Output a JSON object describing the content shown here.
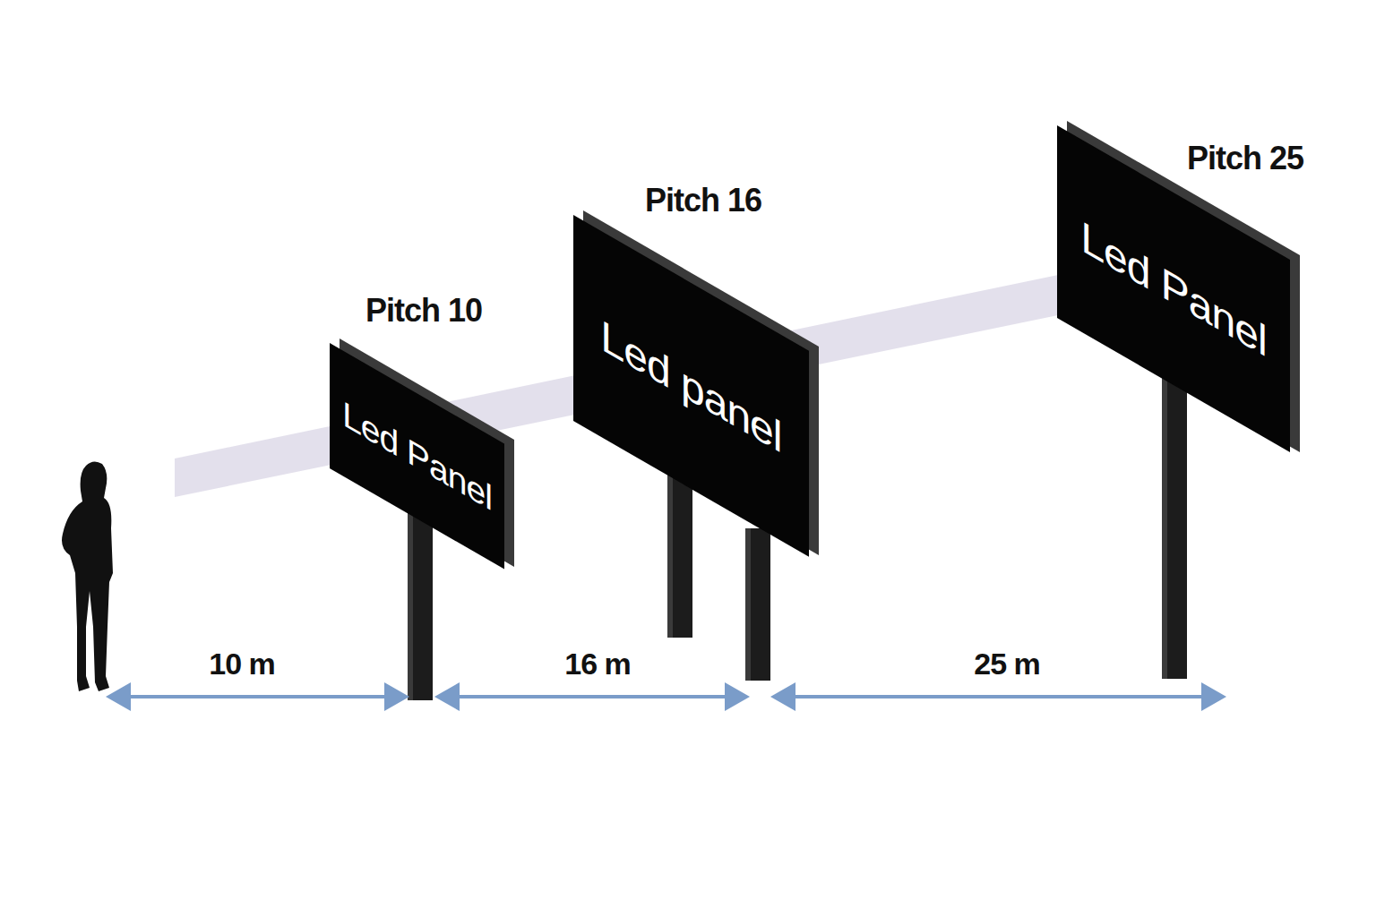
{
  "diagram": {
    "nodes": [
      {
        "text": [
          "Pitch 10",
          "Led Panel"
        ]
      },
      {
        "text": [
          "Pitch 16",
          "Led panel"
        ]
      },
      {
        "text": [
          "Pitch 25",
          "Led Panel"
        ]
      }
    ],
    "labels": [
      "10 m",
      "16 m",
      "25 m"
    ]
  }
}
